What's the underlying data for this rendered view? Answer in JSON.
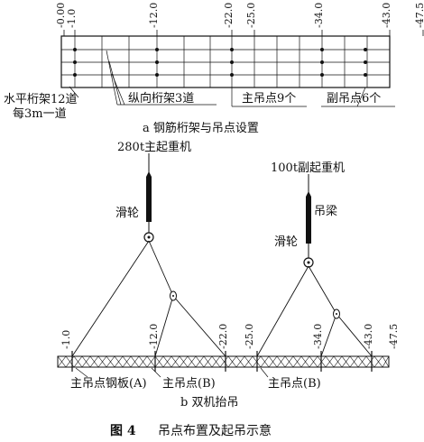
{
  "part_a": {
    "stations": [
      "-0.00",
      "-1.0",
      "-12.0",
      "-22.0",
      "-25.0",
      "-34.0",
      "-43.0",
      "-47.5"
    ],
    "labels": {
      "horizontal_truss": "水平桁架12道",
      "horizontal_truss_spacing": "每3m一道",
      "longitudinal_truss": "纵向桁架3道",
      "main_points": "主吊点9个",
      "aux_points": "副吊点6个"
    },
    "caption": "a  钢筋桁架与吊点设置"
  },
  "part_b": {
    "main_crane": "280t主起重机",
    "aux_crane": "100t副起重机",
    "sheave_left": "滑轮",
    "sheave_right": "滑轮",
    "lifting_beam": "吊梁",
    "stations": [
      "-1.0",
      "-12.0",
      "-22.0",
      "-25.0",
      "-34.0",
      "-43.0",
      "-47.5"
    ],
    "label_a": "主吊点钢板(A)",
    "label_b_left": "主吊点(B)",
    "label_b_right": "主吊点(B)",
    "caption": "b  双机抬吊"
  },
  "figure_caption": {
    "number": "图 4",
    "title": "吊点布置及起吊示意"
  }
}
